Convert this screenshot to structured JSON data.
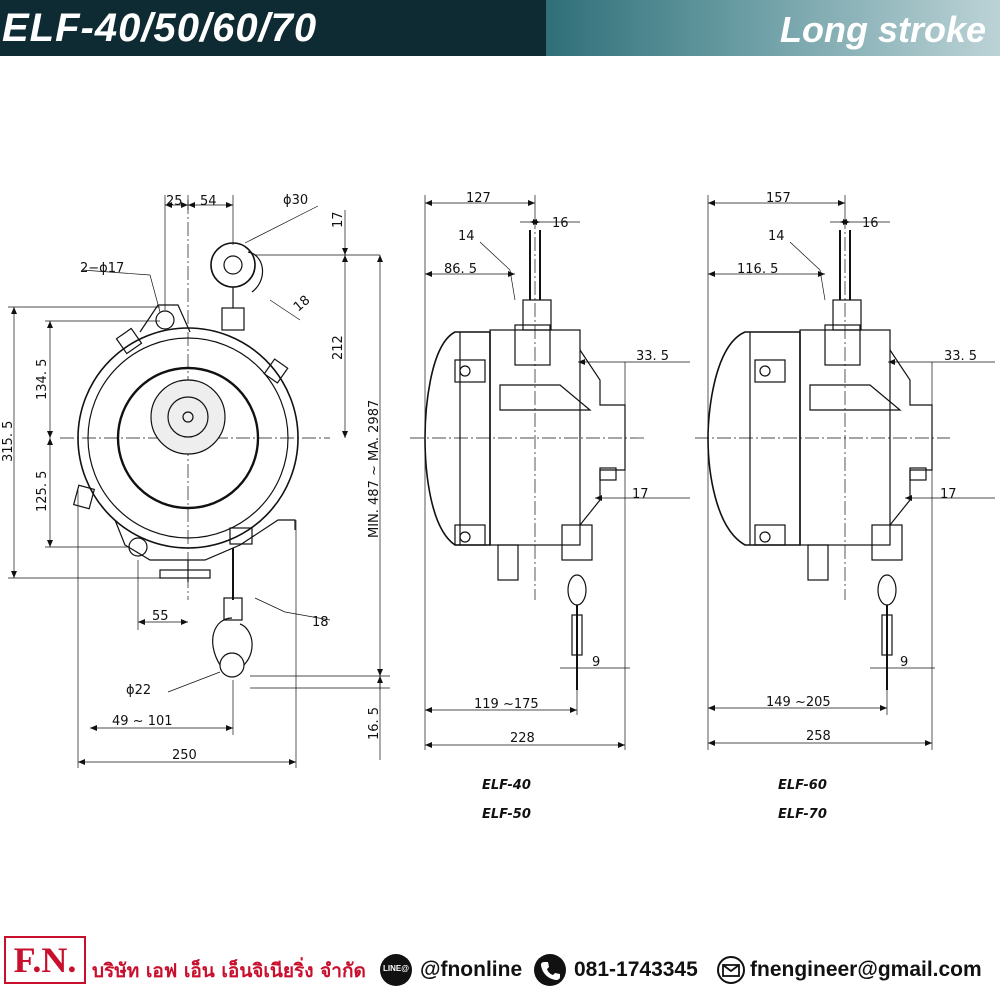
{
  "header": {
    "title": "ELF-40/50/60/70",
    "subtitle": "Long stroke"
  },
  "front_view": {
    "dims": {
      "d25": "25",
      "d54": "54",
      "phi30": "ϕ30",
      "d17top": "17",
      "two_phi17": "2−ϕ17",
      "d18": "18",
      "d212": "212",
      "d315": "315. 5",
      "d134": "134. 5",
      "d125": "125. 5",
      "stroke": "MIN. 487 ~ MA. 2987",
      "d55": "55",
      "d18b": "18",
      "phi22": "ϕ22",
      "d49": "49 ~ 101",
      "d16": "16. 5",
      "d250": "250"
    }
  },
  "side_view_a": {
    "dims": {
      "d127": "127",
      "d16": "16",
      "d14": "14",
      "d86": "86. 5",
      "d33": "33. 5",
      "d17": "17",
      "d9": "9",
      "d119": "119 ~175",
      "d228": "228"
    },
    "model_1": "ELF-40",
    "model_2": "ELF-50"
  },
  "side_view_b": {
    "dims": {
      "d157": "157",
      "d16": "16",
      "d14": "14",
      "d116": "116. 5",
      "d33": "33. 5",
      "d17": "17",
      "d9": "9",
      "d149": "149 ~205",
      "d258": "258"
    },
    "model_1": "ELF-60",
    "model_2": "ELF-70"
  },
  "footer": {
    "logo": "F.N.",
    "company": "บริษัท เอฟ เอ็น เอ็นจิเนียริ่ง จำกัด",
    "line_icon_text": "LINE@",
    "line_id": "@fnonline",
    "phone": "081-1743345",
    "email": "fnengineer@gmail.com"
  },
  "icons": [
    "line-icon",
    "phone-icon",
    "mail-icon"
  ]
}
